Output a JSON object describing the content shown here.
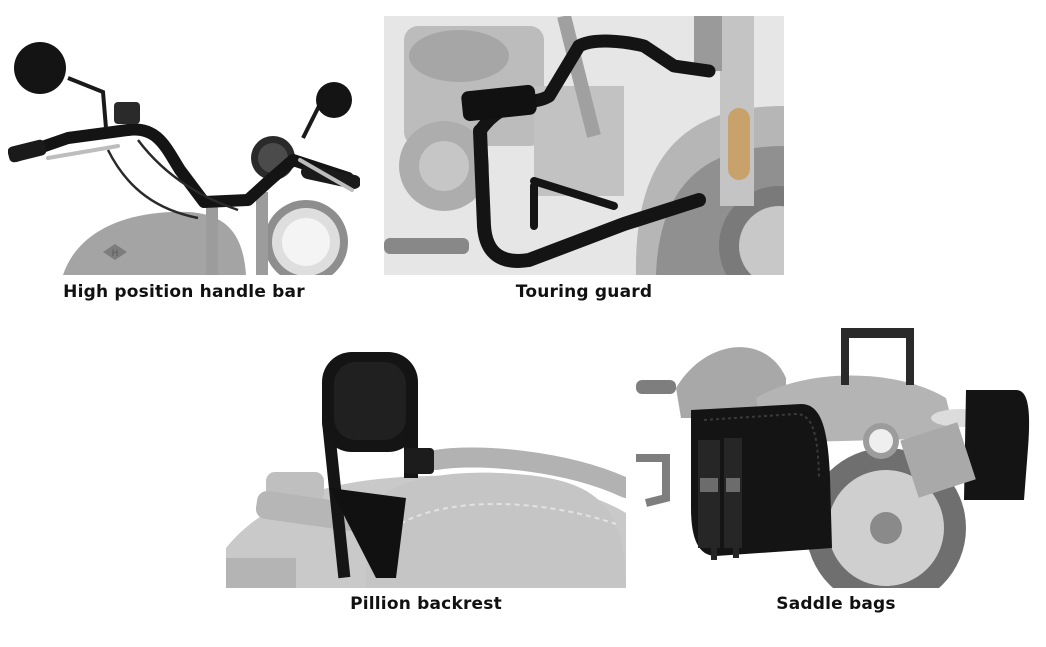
{
  "accessories": [
    {
      "label": "High position handle bar"
    },
    {
      "label": "Touring guard"
    },
    {
      "label": "Pillion backrest"
    },
    {
      "label": "Saddle bags"
    }
  ],
  "colors": {
    "background": "#ffffff",
    "product_black": "#141414",
    "bike_gray": "#9a9a9a",
    "caption_text": "#111111"
  }
}
